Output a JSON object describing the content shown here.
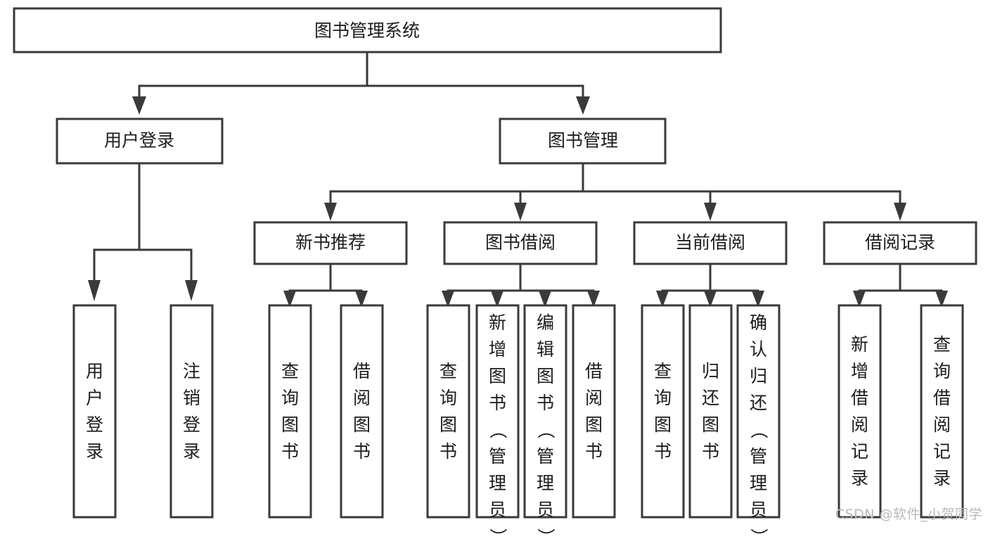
{
  "diagram": {
    "title": "图书管理系统",
    "type": "tree",
    "watermark": "CSDN @软件_小贺同学",
    "theme": {
      "background": "#ffffff",
      "box_fill": "#ffffff",
      "box_stroke": "#3a3a3a",
      "text_color": "#1c1c1c",
      "watermark_color": "#b9b9b9"
    },
    "levels": {
      "level1": [
        {
          "id": "root",
          "label": "图书管理系统",
          "orientation": "horizontal"
        }
      ],
      "level2": [
        {
          "id": "user-login",
          "label": "用户登录",
          "orientation": "horizontal",
          "parent": "root"
        },
        {
          "id": "book-manage",
          "label": "图书管理",
          "orientation": "horizontal",
          "parent": "root"
        }
      ],
      "level3": [
        {
          "id": "new-book-rec",
          "label": "新书推荐",
          "orientation": "horizontal",
          "parent": "book-manage"
        },
        {
          "id": "book-borrow",
          "label": "图书借阅",
          "orientation": "horizontal",
          "parent": "book-manage"
        },
        {
          "id": "current-borrow",
          "label": "当前借阅",
          "orientation": "horizontal",
          "parent": "book-manage"
        },
        {
          "id": "borrow-record",
          "label": "借阅记录",
          "orientation": "horizontal",
          "parent": "book-manage"
        }
      ],
      "level4": [
        {
          "id": "leaf-user-login",
          "label": "用户登录",
          "orientation": "vertical",
          "parent": "user-login"
        },
        {
          "id": "leaf-logout",
          "label": "注销登录",
          "orientation": "vertical",
          "parent": "user-login"
        },
        {
          "id": "leaf-query-book-1",
          "label": "查询图书",
          "orientation": "vertical",
          "parent": "new-book-rec"
        },
        {
          "id": "leaf-borrow-book-1",
          "label": "借阅图书",
          "orientation": "vertical",
          "parent": "new-book-rec"
        },
        {
          "id": "leaf-query-book-2",
          "label": "查询图书",
          "orientation": "vertical",
          "parent": "book-borrow"
        },
        {
          "id": "leaf-add-book",
          "label": "新增图书（管理员）",
          "orientation": "vertical",
          "parent": "book-borrow"
        },
        {
          "id": "leaf-edit-book",
          "label": "编辑图书（管理员）",
          "orientation": "vertical",
          "parent": "book-borrow"
        },
        {
          "id": "leaf-borrow-book-2",
          "label": "借阅图书",
          "orientation": "vertical",
          "parent": "book-borrow"
        },
        {
          "id": "leaf-query-book-3",
          "label": "查询图书",
          "orientation": "vertical",
          "parent": "current-borrow"
        },
        {
          "id": "leaf-return-book",
          "label": "归还图书",
          "orientation": "vertical",
          "parent": "current-borrow"
        },
        {
          "id": "leaf-confirm-return",
          "label": "确认归还（管理员）",
          "orientation": "vertical",
          "parent": "current-borrow"
        },
        {
          "id": "leaf-add-record",
          "label": "新增借阅记录",
          "orientation": "vertical",
          "parent": "borrow-record"
        },
        {
          "id": "leaf-query-record",
          "label": "查询借阅记录",
          "orientation": "vertical",
          "parent": "borrow-record"
        }
      ]
    }
  }
}
